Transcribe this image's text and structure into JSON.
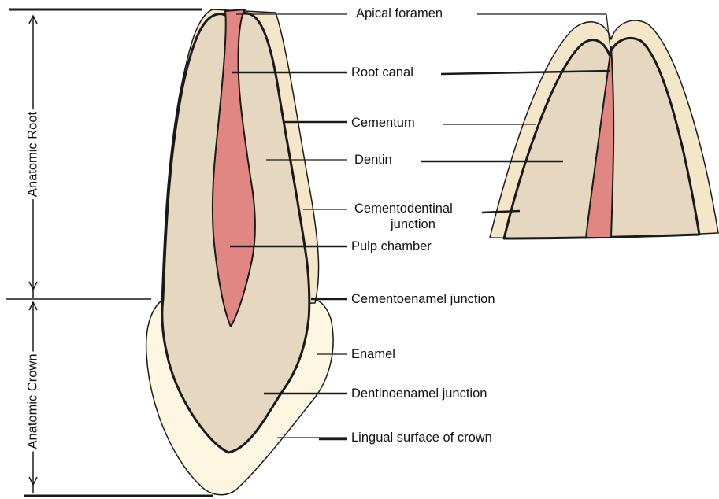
{
  "colors": {
    "enamel": "#fdf7e2",
    "cementum": "#f4e7c9",
    "dentin": "#e6d7c1",
    "pulp": "#e08783",
    "outline": "#1a1a1a"
  },
  "side_labels": {
    "anatomic_root": "Anatomic Root",
    "anatomic_crown": "Anatomic Crown"
  },
  "labels": {
    "apical_foramen": "Apical foramen",
    "root_canal": "Root canal",
    "cementum": "Cementum",
    "dentin": "Dentin",
    "cementodentinal_junction_line1": "Cementodentinal",
    "cementodentinal_junction_line2": "junction",
    "pulp_chamber": "Pulp chamber",
    "cementoenamel_junction": "Cementoenamel junction",
    "enamel": "Enamel",
    "dentinoenamel_junction": "Dentinoenamel junction",
    "lingual_surface_of_crown": "Lingual surface of crown"
  }
}
